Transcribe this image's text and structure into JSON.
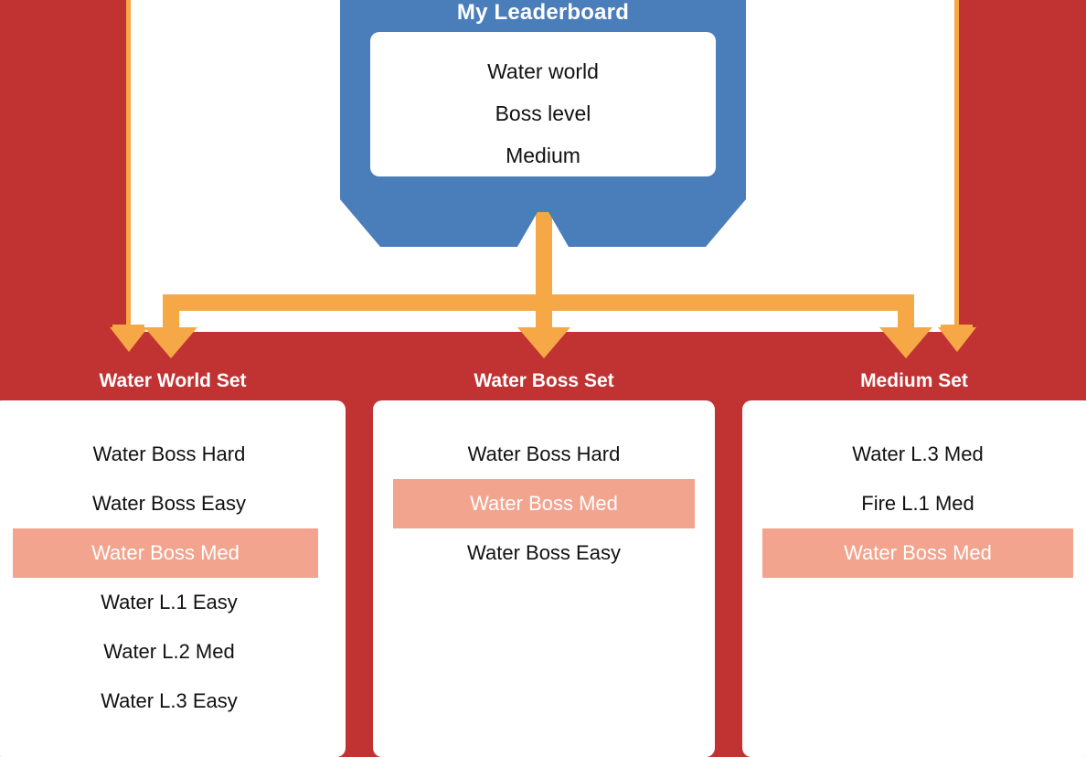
{
  "colors": {
    "background_red": "#c13333",
    "panel_white": "#ffffff",
    "banner_blue": "#4a7ebb",
    "connector_orange": "#f5a845",
    "highlight_salmon": "#f2a48f",
    "text_dark": "#111111",
    "text_light": "#ffffff"
  },
  "banner": {
    "title": "My Leaderboard",
    "lines": [
      "Water world",
      "Boss level",
      "Medium"
    ]
  },
  "columns": [
    {
      "header": "Water World Set",
      "items": [
        {
          "label": "Water Boss Hard",
          "highlighted": false
        },
        {
          "label": "Water Boss Easy",
          "highlighted": false
        },
        {
          "label": "Water Boss Med",
          "highlighted": true
        },
        {
          "label": "Water L.1 Easy",
          "highlighted": false
        },
        {
          "label": "Water L.2 Med",
          "highlighted": false
        },
        {
          "label": "Water L.3 Easy",
          "highlighted": false
        }
      ]
    },
    {
      "header": "Water Boss Set",
      "items": [
        {
          "label": "Water Boss Hard",
          "highlighted": false
        },
        {
          "label": "Water Boss Med",
          "highlighted": true
        },
        {
          "label": "Water Boss Easy",
          "highlighted": false
        }
      ]
    },
    {
      "header": "Medium Set",
      "items": [
        {
          "label": "Water L.3 Med",
          "highlighted": false
        },
        {
          "label": "Fire L.1 Med",
          "highlighted": false
        },
        {
          "label": "Water Boss Med",
          "highlighted": true
        }
      ]
    }
  ]
}
